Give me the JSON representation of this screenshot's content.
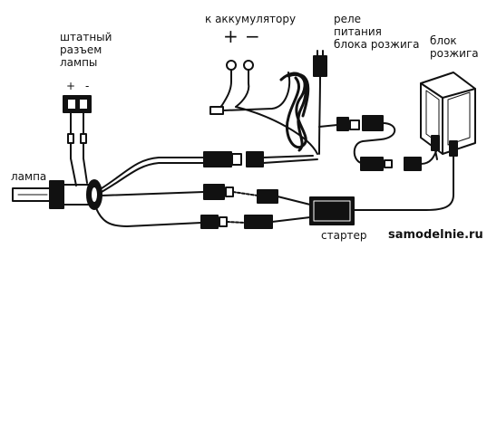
{
  "labels": {
    "connector": "штатный\nразъем\nлампы",
    "battery": "к аккумулятору",
    "relay": "реле\nпитания\nблока розжига",
    "ignition_block": "блок\nрозжига",
    "lamp": "лампа",
    "starter": "стартер",
    "watermark": "samodelnie.ru"
  },
  "signs": {
    "battery_plus": "+",
    "battery_minus": "−",
    "connector_plus": "+",
    "connector_minus": "-"
  },
  "colors": {
    "line": "#111111",
    "background": "#ffffff"
  }
}
